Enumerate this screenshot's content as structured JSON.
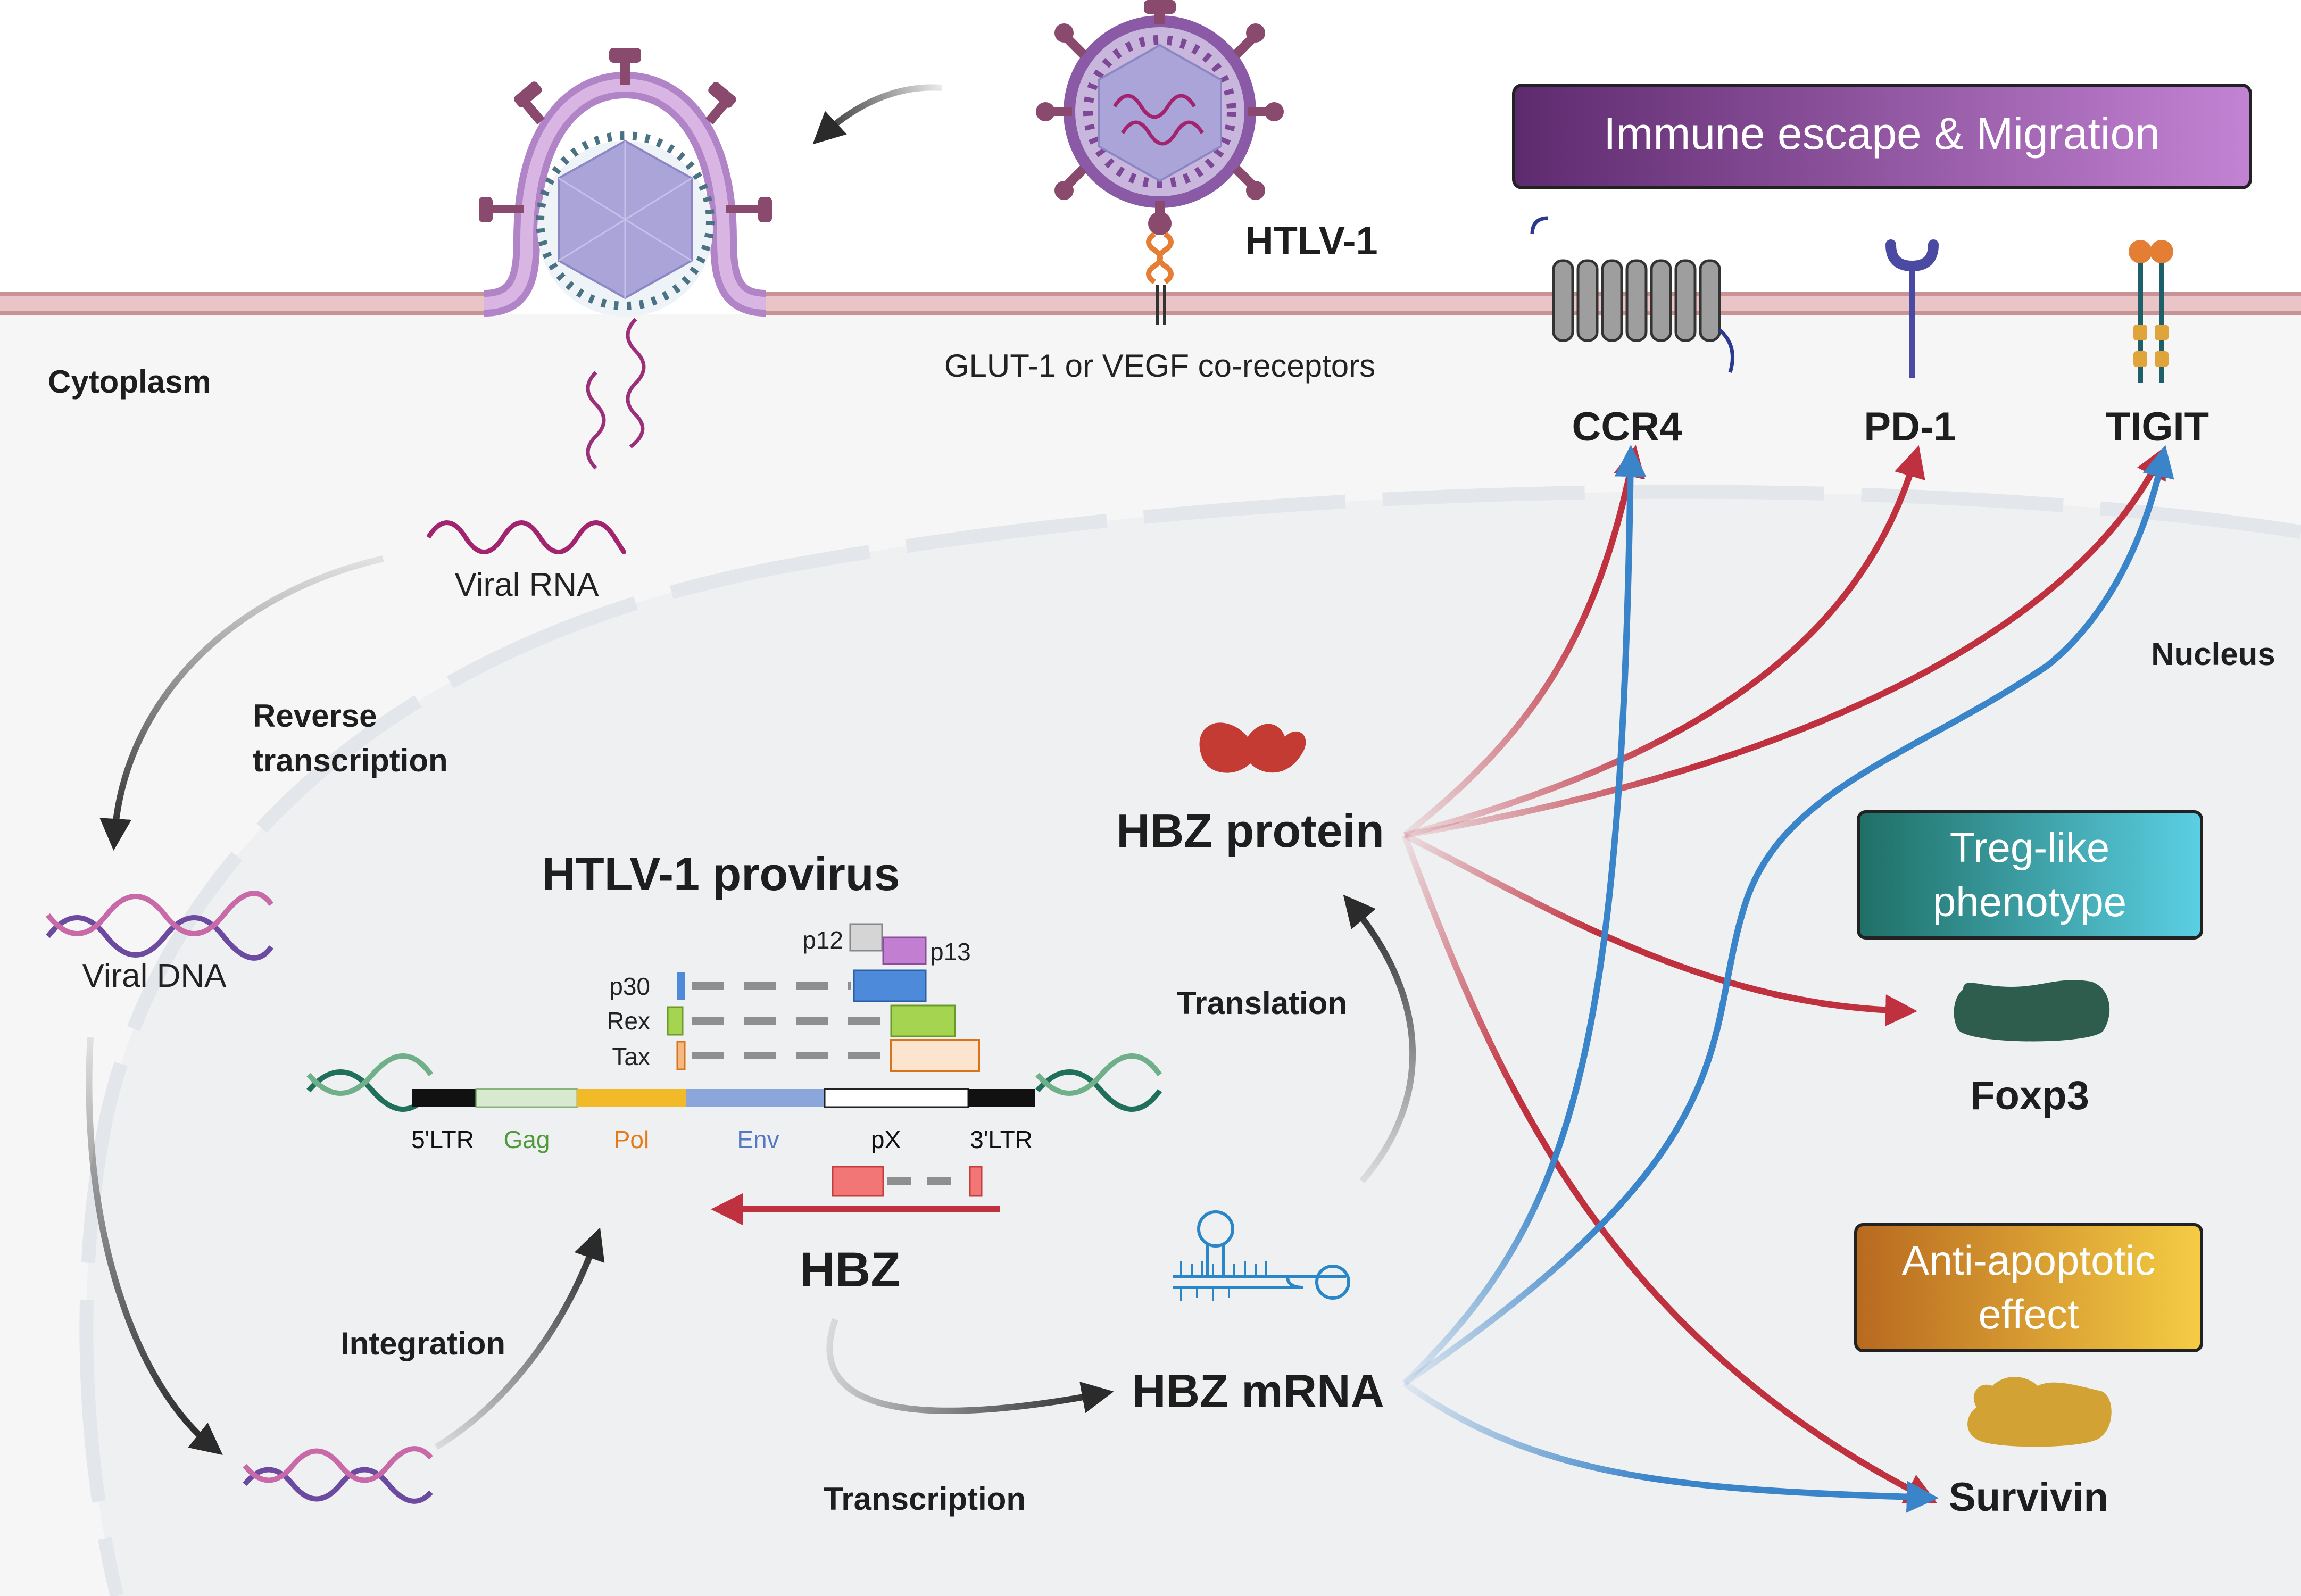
{
  "cell": {
    "cytoplasm_label": "Cytoplasm",
    "nucleus_label": "Nucleus",
    "virus_label": "HTLV-1",
    "receptor_label": "GLUT-1 or VEGF co-receptors",
    "viral_rna_label": "Viral RNA",
    "viral_dna_label": "Viral DNA",
    "reverse_transcription_line1": "Reverse",
    "reverse_transcription_line2": "transcription",
    "integration_label": "Integration",
    "transcription_label": "Transcription",
    "translation_label": "Translation"
  },
  "provirus": {
    "title": "HTLV-1 provirus",
    "genes": [
      "5'LTR",
      "Gag",
      "Pol",
      "Env",
      "pX",
      "3'LTR"
    ],
    "orfs": [
      "p12",
      "p13",
      "p30",
      "Rex",
      "Tax"
    ],
    "hbz_label": "HBZ"
  },
  "hbz": {
    "protein_label": "HBZ protein",
    "mrna_label": "HBZ mRNA"
  },
  "boxes": {
    "immune_escape": "Immune escape & Migration",
    "treg_line1": "Treg-like",
    "treg_line2": "phenotype",
    "anti_apoptotic_line1": "Anti-apoptotic",
    "anti_apoptotic_line2": "effect"
  },
  "targets": {
    "ccr4": "CCR4",
    "pd1": "PD-1",
    "tigit": "TIGIT",
    "foxp3": "Foxp3",
    "survivin": "Survivin"
  },
  "colors": {
    "protein_arrow": "#c0313f",
    "mrna_arrow": "#3a84c9",
    "membrane": "#cf9ea0",
    "virus_envelope": "#a982c4",
    "immune_box": "#7a3d8a",
    "treg_box": "#2a8e92",
    "anti_apoptotic_box": "#d8962e"
  }
}
